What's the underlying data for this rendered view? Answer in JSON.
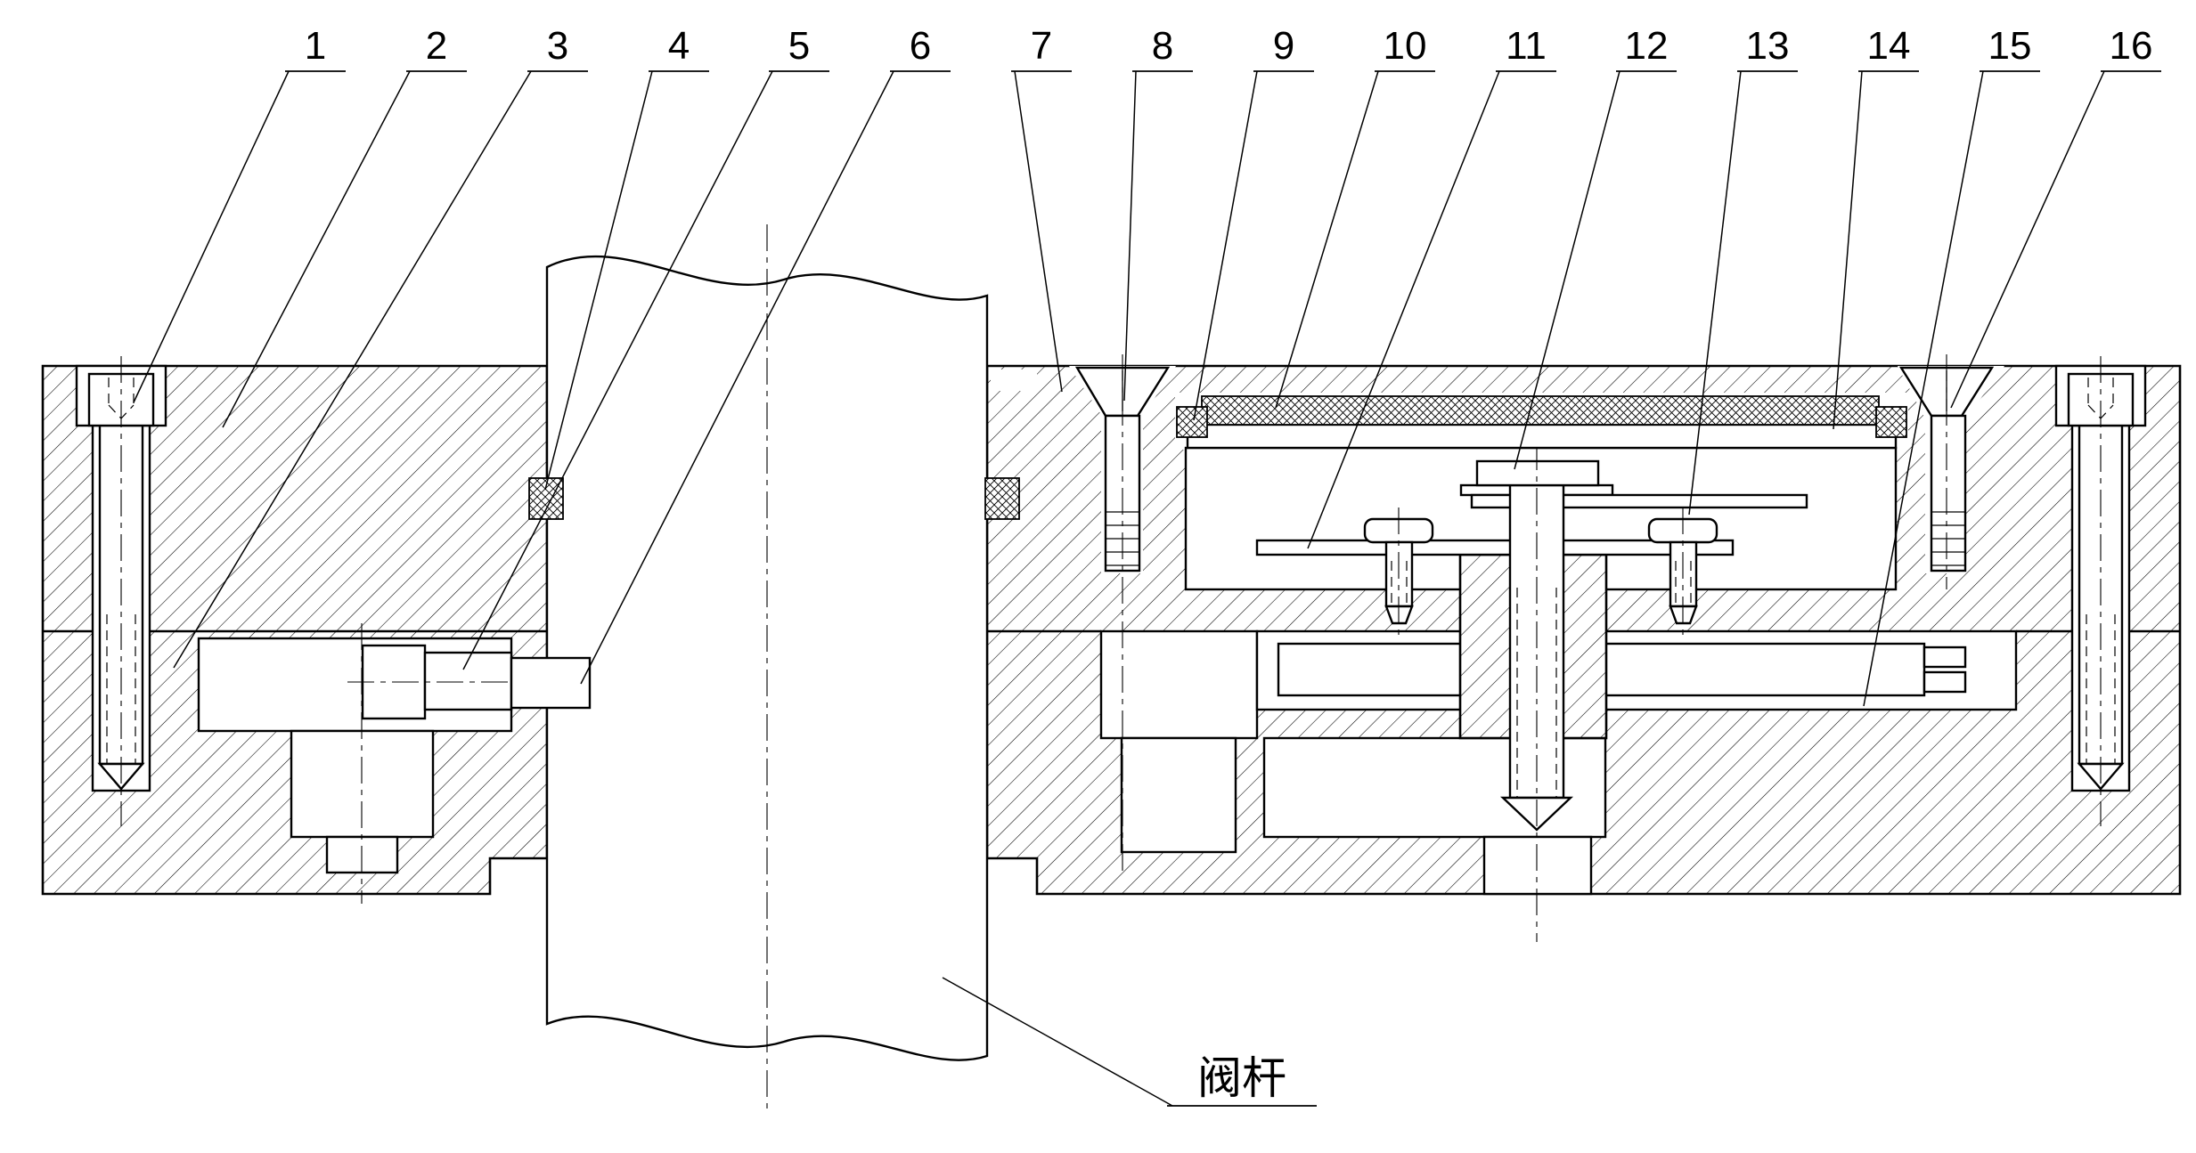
{
  "drawing": {
    "callout_labels": [
      "1",
      "2",
      "3",
      "4",
      "5",
      "6",
      "7",
      "8",
      "9",
      "10",
      "11",
      "12",
      "13",
      "14",
      "15",
      "16"
    ],
    "stem_label": "阀杆"
  },
  "colors": {
    "line": "#000000",
    "background": "#ffffff"
  }
}
